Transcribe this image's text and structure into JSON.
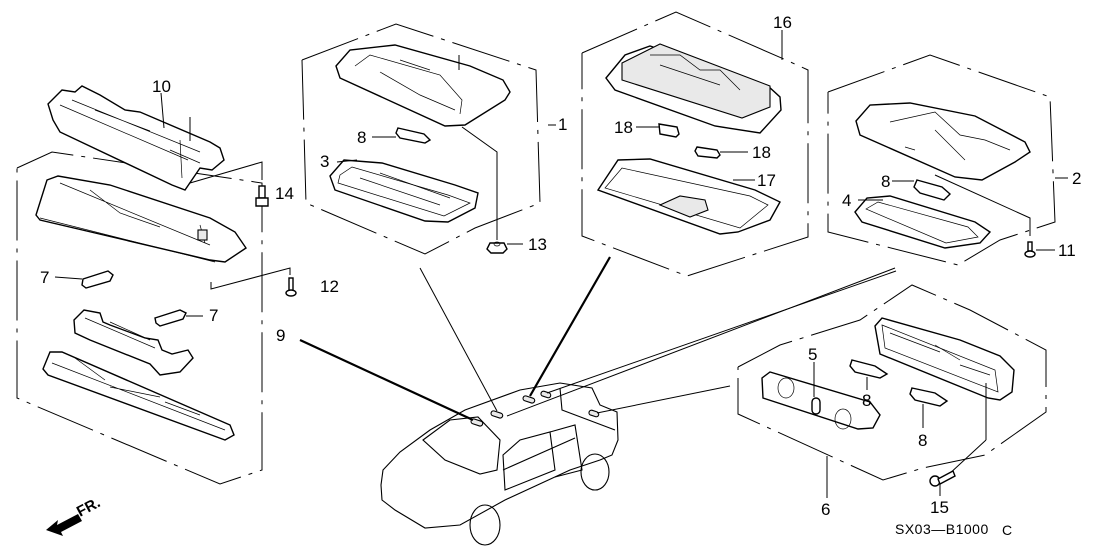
{
  "diagram": {
    "title": "Interior Light Parts Diagram",
    "drawing_code": "SX03—B1000",
    "drawing_rev": "C",
    "direction_indicator": "FR.",
    "callouts": {
      "c1": "1",
      "c2": "2",
      "c3": "3",
      "c4": "4",
      "c5": "5",
      "c6": "6",
      "c7a": "7",
      "c7b": "7",
      "c8a": "8",
      "c8b": "8",
      "c8c": "8",
      "c8d": "8",
      "c9": "9",
      "c10": "10",
      "c11": "11",
      "c12": "12",
      "c13": "13",
      "c14": "14",
      "c15": "15",
      "c16": "16",
      "c17": "17",
      "c18a": "18",
      "c18b": "18"
    },
    "groups": [
      {
        "id": "group-9",
        "label": "9",
        "parts": [
          "10",
          "14",
          "7",
          "7",
          "12"
        ]
      },
      {
        "id": "group-1",
        "label": "1",
        "parts": [
          "8",
          "3",
          "13"
        ]
      },
      {
        "id": "group-16",
        "label": "16",
        "parts": [
          "18",
          "18",
          "17"
        ]
      },
      {
        "id": "group-2",
        "label": "2",
        "parts": [
          "8",
          "4",
          "11"
        ]
      },
      {
        "id": "group-6",
        "label": "6",
        "parts": [
          "5",
          "8",
          "8",
          "15"
        ]
      }
    ]
  }
}
